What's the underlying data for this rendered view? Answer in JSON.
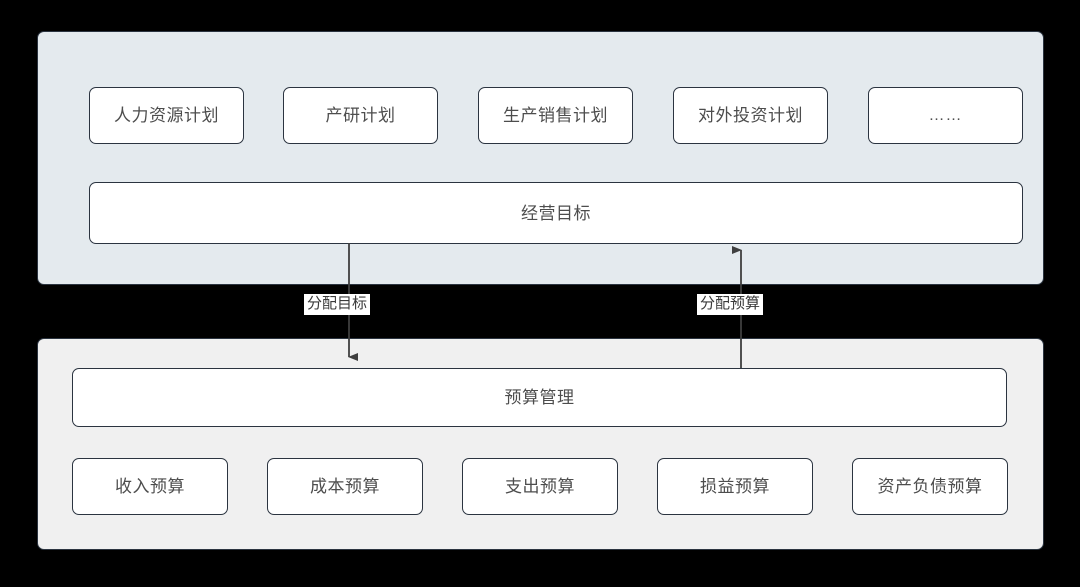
{
  "diagram": {
    "title_visible": false,
    "background_color": "#000000",
    "panels": {
      "plans": {
        "name": "business-plans-panel",
        "fill": "#e4eaee",
        "border": "#2b3440",
        "cards": [
          {
            "label": "人力资源计划"
          },
          {
            "label": "产研计划"
          },
          {
            "label": "生产销售计划"
          },
          {
            "label": "对外投资计划"
          },
          {
            "label": "……"
          }
        ],
        "goal_bar": {
          "label": "经营目标"
        }
      },
      "budget": {
        "name": "budget-panel",
        "fill": "#f0f0f0",
        "border": "#2b3440",
        "management_bar": {
          "label": "预算管理"
        },
        "cards": [
          {
            "label": "收入预算"
          },
          {
            "label": "成本预算"
          },
          {
            "label": "支出预算"
          },
          {
            "label": "损益预算"
          },
          {
            "label": "资产负债预算"
          }
        ]
      }
    },
    "connectors": [
      {
        "name": "allocate-goal",
        "label": "分配目标",
        "direction": "down",
        "from": "经营目标",
        "to": "预算管理"
      },
      {
        "name": "allocate-budget",
        "label": "分配预算",
        "direction": "up",
        "from": "预算管理",
        "to": "经营目标"
      }
    ],
    "colors": {
      "node_fill": "#ffffff",
      "node_border": "#2b3440",
      "text": "#4d4d4d",
      "connector": "#3f3f3f"
    }
  }
}
